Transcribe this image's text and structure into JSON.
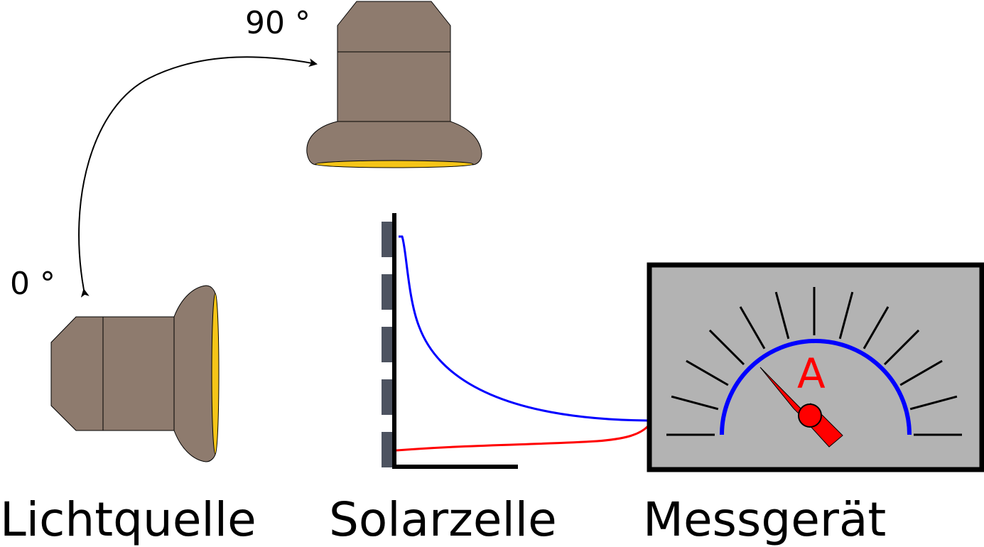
{
  "labels": {
    "light_source": "Lichtquelle",
    "solar_cell": "Solarzelle",
    "meter": "Messgerät"
  },
  "angles": {
    "start": "0 °",
    "end": "90 °"
  },
  "meter": {
    "unit_letter": "A",
    "scale_ticks": 13
  },
  "solar_cell": {
    "segments": 5
  },
  "colors": {
    "lamp_body": "#8e7b6e",
    "lamp_light": "#f5c518",
    "meter_face": "#b3b3b3",
    "meter_arc": "#0000ff",
    "needle": "#ff0000",
    "wire_blue": "#0000ff",
    "wire_red": "#ff0000",
    "cell_segment": "#4d5360"
  }
}
